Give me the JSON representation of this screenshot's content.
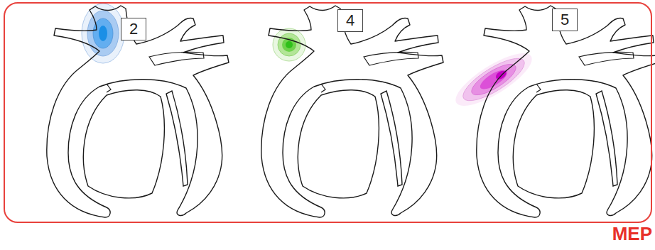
{
  "diagram": {
    "nodes": [
      {
        "text": [
          "MEP"
        ]
      },
      {
        "text": [
          "2"
        ],
        "in": 0
      },
      {
        "text": [
          "4"
        ],
        "in": 0
      },
      {
        "text": [
          "5"
        ],
        "in": 0
      }
    ]
  }
}
